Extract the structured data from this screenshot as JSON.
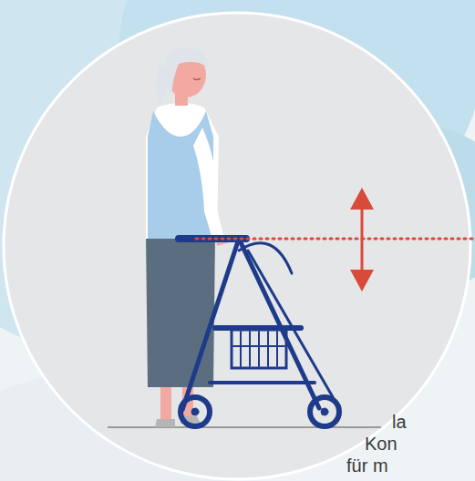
{
  "diagram": {
    "labels": [
      "la",
      "Kon",
      "für m"
    ]
  }
}
